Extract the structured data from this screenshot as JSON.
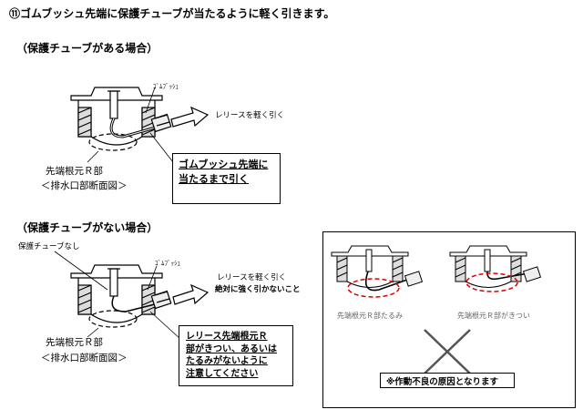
{
  "step_title": "⑪ゴムブッシュ先端に保護チューブが当たるように軽く引きます。",
  "section_with": {
    "heading": "（保護チューブがある場合）",
    "rubber_bush": "ｺﾞﾑﾌﾞｯｼｭ",
    "pull_label": "レリースを軽く引く",
    "tip_root": "先端根元Ｒ部",
    "drain_section": "＜排水口部断面図＞",
    "callout_lines": [
      "ゴムブッシュ先端に",
      "当たるまで引く"
    ]
  },
  "section_without": {
    "heading": "（保護チューブがない場合）",
    "no_tube": "保護チューブなし",
    "rubber_bush": "ｺﾞﾑﾌﾞｯｼｭ",
    "pull_label": "レリースを軽く引く",
    "warning": "絶対に強く引かないこと",
    "tip_root": "先端根元Ｒ部",
    "drain_section": "＜排水口部断面図＞",
    "callout_lines": [
      "レリース先端根元Ｒ",
      "部がきつい、あるいは",
      "たるみがないように",
      "注意してください"
    ]
  },
  "bad_examples": {
    "left_caption": "先端根元Ｒ部たるみ",
    "right_caption": "先端根元Ｒ部がきつい",
    "notice": "※作動不良の原因となります"
  }
}
